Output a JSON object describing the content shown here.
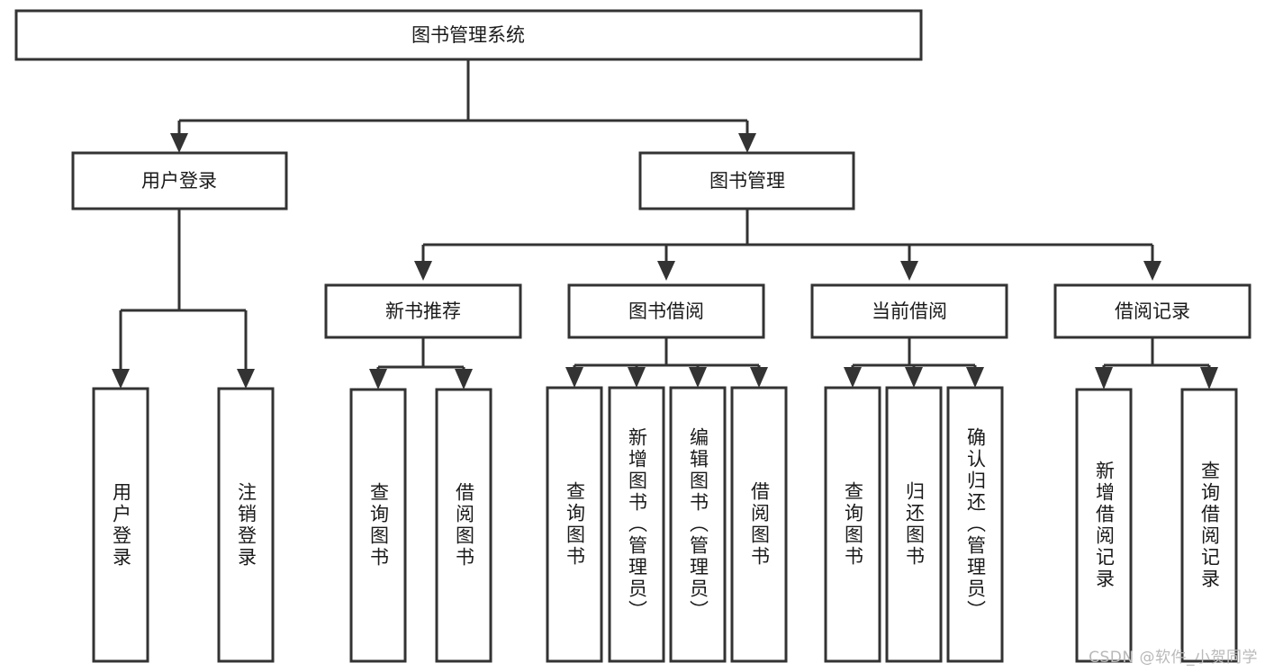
{
  "diagram": {
    "title": "图书管理系统",
    "type": "tree-hierarchy",
    "watermark": "CSDN @软件_小贺同学",
    "root": {
      "id": "root",
      "label": "图书管理系统",
      "orientation": "horizontal"
    },
    "level2": [
      {
        "id": "user-login",
        "label": "用户登录",
        "orientation": "horizontal"
      },
      {
        "id": "book-manage",
        "label": "图书管理",
        "orientation": "horizontal"
      }
    ],
    "level3": [
      {
        "id": "new-book-recommend",
        "label": "新书推荐",
        "parent": "book-manage",
        "orientation": "horizontal"
      },
      {
        "id": "book-borrow",
        "label": "图书借阅",
        "parent": "book-manage",
        "orientation": "horizontal"
      },
      {
        "id": "current-borrow",
        "label": "当前借阅",
        "parent": "book-manage",
        "orientation": "horizontal"
      },
      {
        "id": "borrow-record",
        "label": "借阅记录",
        "parent": "book-manage",
        "orientation": "horizontal"
      }
    ],
    "leaves": [
      {
        "id": "leaf-user-login",
        "label": "用户登录",
        "parent": "user-login",
        "orientation": "vertical"
      },
      {
        "id": "leaf-logout",
        "label": "注销登录",
        "parent": "user-login",
        "orientation": "vertical"
      },
      {
        "id": "leaf-query-book-1",
        "label": "查询图书",
        "parent": "new-book-recommend",
        "orientation": "vertical"
      },
      {
        "id": "leaf-borrow-book-1",
        "label": "借阅图书",
        "parent": "new-book-recommend",
        "orientation": "vertical"
      },
      {
        "id": "leaf-query-book-2",
        "label": "查询图书",
        "parent": "book-borrow",
        "orientation": "vertical"
      },
      {
        "id": "leaf-add-book",
        "label": "新增图书（管理员）",
        "parent": "book-borrow",
        "orientation": "vertical"
      },
      {
        "id": "leaf-edit-book",
        "label": "编辑图书（管理员）",
        "parent": "book-borrow",
        "orientation": "vertical"
      },
      {
        "id": "leaf-borrow-book-2",
        "label": "借阅图书",
        "parent": "book-borrow",
        "orientation": "vertical"
      },
      {
        "id": "leaf-query-book-3",
        "label": "查询图书",
        "parent": "current-borrow",
        "orientation": "vertical"
      },
      {
        "id": "leaf-return-book",
        "label": "归还图书",
        "parent": "current-borrow",
        "orientation": "vertical"
      },
      {
        "id": "leaf-confirm-return",
        "label": "确认归还（管理员）",
        "parent": "current-borrow",
        "orientation": "vertical"
      },
      {
        "id": "leaf-add-record",
        "label": "新增借阅记录",
        "parent": "borrow-record",
        "orientation": "vertical"
      },
      {
        "id": "leaf-query-record",
        "label": "查询借阅记录",
        "parent": "borrow-record",
        "orientation": "vertical"
      }
    ],
    "colors": {
      "box_stroke": "#333333",
      "box_fill": "#ffffff",
      "text": "#1a1a1a",
      "watermark": "#b9b9b9",
      "background": "#ffffff"
    }
  }
}
